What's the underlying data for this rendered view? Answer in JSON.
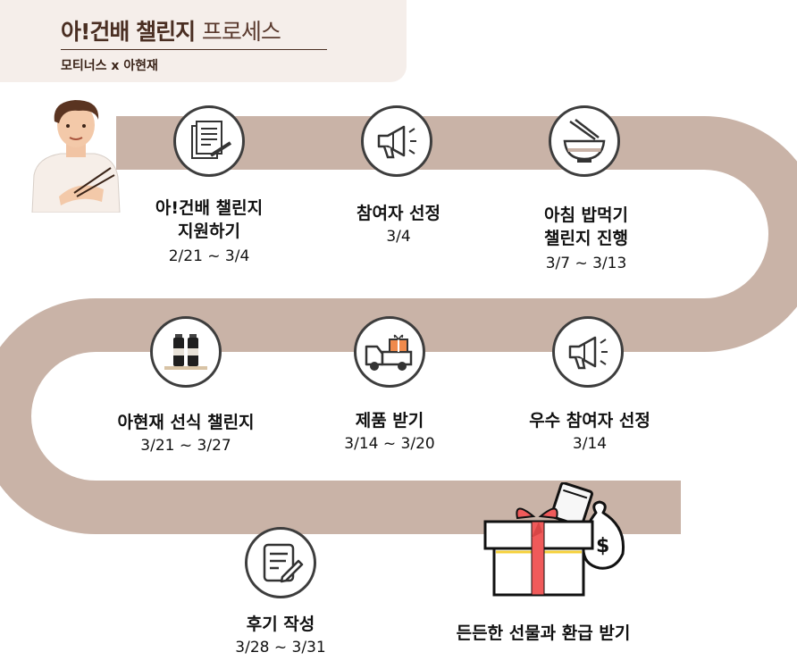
{
  "header": {
    "title_bold": "아!건배 챌린지",
    "title_light": "프로세스",
    "subtitle": "모티너스 x 아현재"
  },
  "steps": [
    {
      "label_line1": "아!건배 챌린지",
      "label_line2": "지원하기",
      "date": "2/21 ~ 3/4",
      "icon": "document-pen-icon"
    },
    {
      "label_line1": "참여자 선정",
      "date": "3/4",
      "icon": "megaphone-icon"
    },
    {
      "label_line1": "아침 밥먹기",
      "label_line2": "챌린지 진행",
      "date": "3/7 ~ 3/13",
      "icon": "rice-bowl-chopsticks-icon"
    },
    {
      "label_line1": "우수 참여자 선정",
      "date": "3/14",
      "icon": "megaphone-icon"
    },
    {
      "label_line1": "제품 받기",
      "date": "3/14 ~ 3/20",
      "icon": "delivery-truck-gift-icon"
    },
    {
      "label_line1": "아현재 선식 챌린지",
      "date": "3/21 ~ 3/27",
      "icon": "product-bottles-icon"
    },
    {
      "label_line1": "후기 작성",
      "date": "3/28 ~ 3/31",
      "icon": "review-note-icon"
    },
    {
      "label_line1": "든든한 선물과 환급 받기",
      "icon": "gift-box-money-icon"
    }
  ],
  "colors": {
    "road": "#c9b3a7",
    "header_bg": "#f5eeea",
    "title": "#4a2e22",
    "gift_ribbon": "#f05a5a",
    "accent_orange": "#f08a4b"
  }
}
